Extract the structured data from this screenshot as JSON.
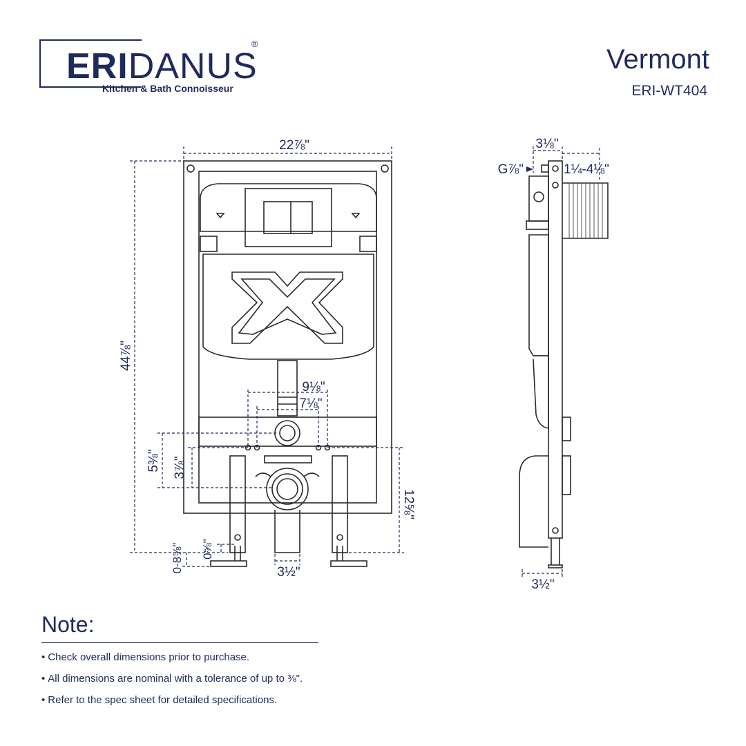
{
  "brand": {
    "name_bold": "ERI",
    "name_light": "DANUS",
    "registered": "®",
    "tagline": "Kitchen & Bath Connoisseur"
  },
  "product": {
    "name": "Vermont",
    "model": "ERI-WT404"
  },
  "front_view": {
    "dimensions": {
      "overall_width": "22⅞\"",
      "overall_height": "44⅞\"",
      "outer_bolt_spacing": "9⅛\"",
      "inner_bolt_spacing": "7⅛\"",
      "outer_bolt_height": "5⅜\"",
      "inner_bolt_height": "3⅞\"",
      "drain_height": "12⅝\"",
      "foot_adjustment": "0-8⅝\"",
      "drain_offset": "0⅝\"",
      "drain_width": "3½\""
    }
  },
  "side_view": {
    "dimensions": {
      "top_depth": "3⅛\"",
      "supply_size": "G⅞\"",
      "supply_projection": "1¼-4⅛\"",
      "base_depth": "3½\""
    }
  },
  "notes": {
    "title": "Note:",
    "items": [
      "Check overall dimensions prior to purchase.",
      "All dimensions are nominal with a tolerance of up to ⅜\".",
      "Refer to the spec sheet for detailed specifications."
    ]
  },
  "colors": {
    "brand_navy": "#1f2a5c",
    "line_dark": "#2a2a2a"
  }
}
